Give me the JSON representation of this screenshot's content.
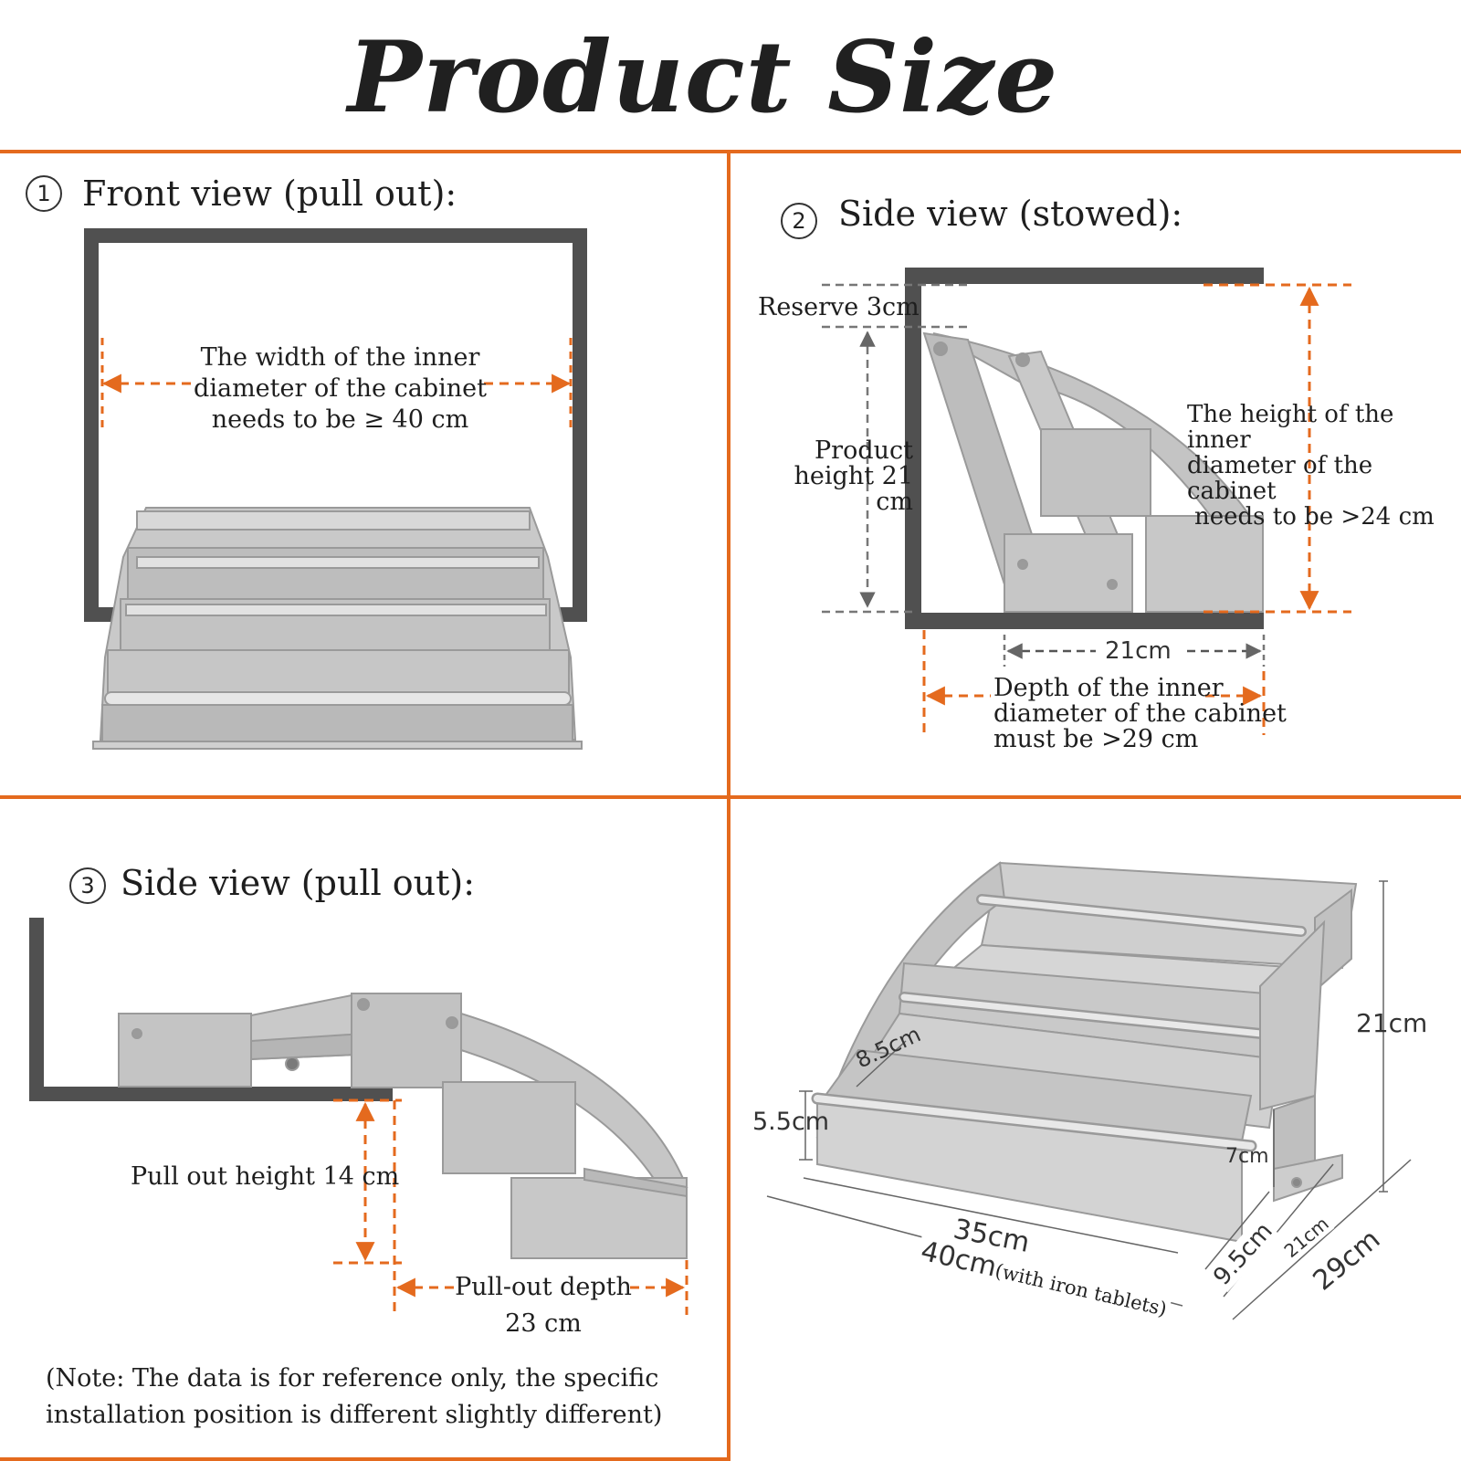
{
  "title": "Product Size",
  "colors": {
    "accent": "#e46a1e",
    "cabinet": "#505050",
    "metal": "#c4c4c4",
    "metal_dark": "#a8a8a8",
    "text": "#1e1e1e"
  },
  "front_view": {
    "number": "1",
    "heading": "Front view (pull out):",
    "width_note": [
      "The width of the inner",
      "diameter of the cabinet",
      "needs to be ≥ 40 cm"
    ]
  },
  "side_stowed": {
    "number": "2",
    "heading": "Side view (stowed):",
    "reserve": "Reserve 3cm",
    "product_height": [
      "Product",
      "height 21 cm"
    ],
    "height_note": [
      "The height of the inner",
      "diameter of the cabinet",
      "needs to be >24 cm"
    ],
    "depth_21": "21cm",
    "depth_note": [
      "Depth of the inner",
      "diameter of the cabinet",
      "must be >29 cm"
    ]
  },
  "side_pullout": {
    "number": "3",
    "heading": "Side view (pull out):",
    "pull_height": "Pull out height 14 cm",
    "pull_depth": [
      "Pull-out depth",
      "23 cm"
    ],
    "note": [
      "(Note: The data is for reference only, the specific",
      "installation position is different slightly different)"
    ]
  },
  "dimensions_3d": {
    "height": "21cm",
    "step_depth": "8.5cm",
    "front_height": "5.5cm",
    "bracket": "7cm",
    "width_inner": "35cm",
    "width_outer": "40cm",
    "width_outer_note": "(with iron tablets)",
    "bottom_step": "9.5cm",
    "depth_product": "21cm",
    "depth_total": "29cm"
  }
}
